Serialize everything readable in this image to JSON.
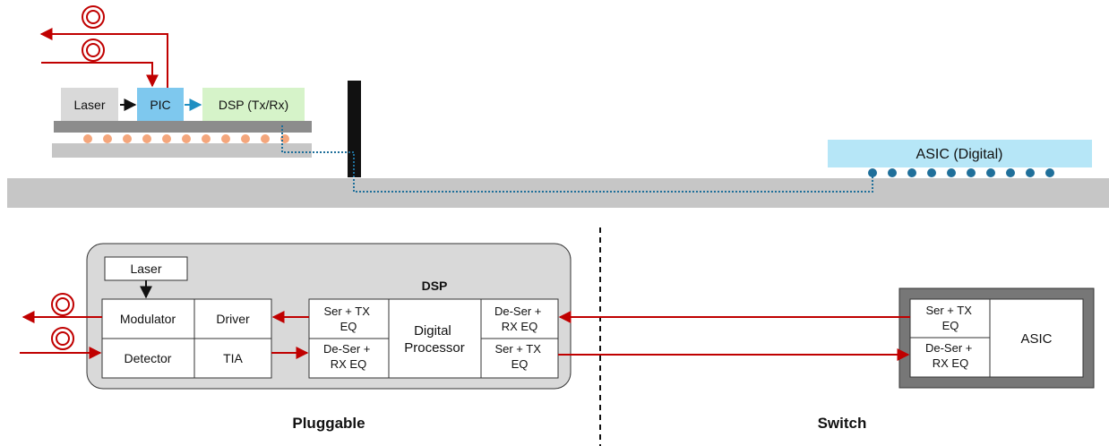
{
  "top": {
    "laser": "Laser",
    "pic": "PIC",
    "dsp": "DSP (Tx/Rx)",
    "asic": "ASIC (Digital)"
  },
  "pluggable": {
    "laser": "Laser",
    "dsp_title": "DSP",
    "modulator": "Modulator",
    "driver": "Driver",
    "detector": "Detector",
    "tia": "TIA",
    "ser_tx_l1": "Ser + TX",
    "ser_tx_l2": "EQ",
    "deser_rx_l1": "De-Ser +",
    "deser_rx_l2": "RX EQ",
    "digital_l1": "Digital",
    "digital_l2": "Processor",
    "r_deser_rx_l1": "De-Ser +",
    "r_deser_rx_l2": "RX EQ",
    "r_ser_tx_l1": "Ser + TX",
    "r_ser_tx_l2": "EQ",
    "label": "Pluggable"
  },
  "switch": {
    "ser_tx_l1": "Ser + TX",
    "ser_tx_l2": "EQ",
    "deser_rx_l1": "De-Ser +",
    "deser_rx_l2": "RX EQ",
    "asic": "ASIC",
    "label": "Switch"
  },
  "colors": {
    "red": "#c00000",
    "blue_line": "#1f6f9a",
    "pic_fill": "#7ec8ee",
    "dsp_fill": "#d6f3c9",
    "asic_fill": "#b6e6f7",
    "grey": "#c6c6c6",
    "bump": "#f4a67c"
  }
}
